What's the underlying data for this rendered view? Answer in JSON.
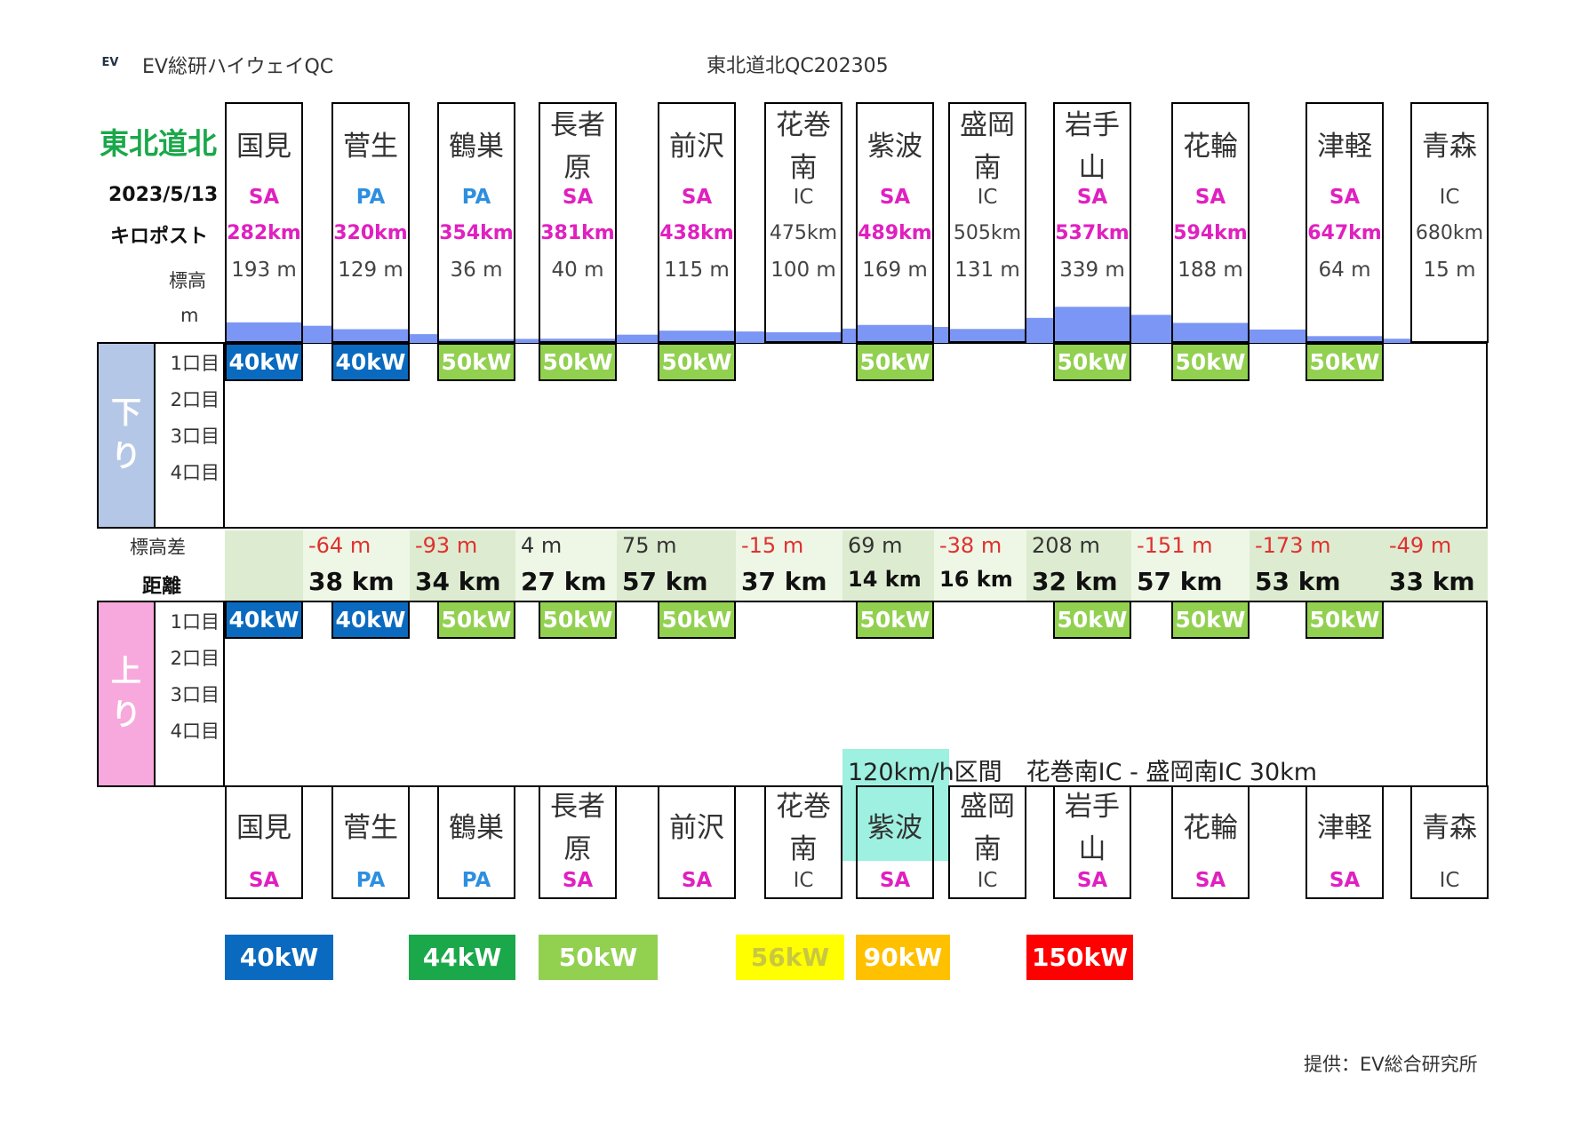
{
  "header": {
    "logo_text": "EV",
    "brand": "EV総研ハイウェイQC",
    "doc_title": "東北道北QC202305"
  },
  "left": {
    "route": "東北道北",
    "date": "2023/5/13",
    "kilopost_label": "キロポスト",
    "alt_label": "標高",
    "alt_unit": "m"
  },
  "colors": {
    "kw40": "#0a6abf",
    "kw44": "#1aa84a",
    "kw50": "#92d050",
    "kw56": "#ffff00",
    "kw90": "#ffc000",
    "kw150": "#ff0000",
    "elev": "#7b96f5",
    "down_bg": "#b4c7e7",
    "up_bg": "#f7a8dd",
    "diff_bg": "#eef7e6",
    "diff_bg2": "#ddecd0",
    "highlight": "#9ef0e0",
    "pa": "#2e8fe0",
    "sa": "#e020c0",
    "neg": "#e03030"
  },
  "stations": [
    {
      "name": [
        "国見"
      ],
      "type": "SA",
      "km": "282km",
      "alt": "193 m",
      "down": "40kW",
      "up": "40kW"
    },
    {
      "name": [
        "菅生"
      ],
      "type": "PA",
      "km": "320km",
      "alt": "129 m",
      "down": "40kW",
      "up": "40kW"
    },
    {
      "name": [
        "鶴巣"
      ],
      "type": "PA",
      "km": "354km",
      "alt": "36 m",
      "down": "50kW",
      "up": "50kW"
    },
    {
      "name": [
        "長者",
        "原"
      ],
      "type": "SA",
      "km": "381km",
      "alt": "40 m",
      "down": "50kW",
      "up": "50kW"
    },
    {
      "name": [
        "前沢"
      ],
      "type": "SA",
      "km": "438km",
      "alt": "115 m",
      "down": "50kW",
      "up": "50kW"
    },
    {
      "name": [
        "花巻",
        "南"
      ],
      "type": "IC",
      "km": "475km",
      "alt": "100 m",
      "down": "",
      "up": ""
    },
    {
      "name": [
        "紫波"
      ],
      "type": "SA",
      "km": "489km",
      "alt": "169 m",
      "down": "50kW",
      "up": "50kW"
    },
    {
      "name": [
        "盛岡",
        "南"
      ],
      "type": "IC",
      "km": "505km",
      "alt": "131 m",
      "down": "",
      "up": ""
    },
    {
      "name": [
        "岩手",
        "山"
      ],
      "type": "SA",
      "km": "537km",
      "alt": "339 m",
      "down": "50kW",
      "up": "50kW"
    },
    {
      "name": [
        "花輪"
      ],
      "type": "SA",
      "km": "594km",
      "alt": "188 m",
      "down": "50kW",
      "up": "50kW"
    },
    {
      "name": [
        "津軽"
      ],
      "type": "SA",
      "km": "647km",
      "alt": "64 m",
      "down": "50kW",
      "up": "50kW"
    },
    {
      "name": [
        "青森"
      ],
      "type": "IC",
      "km": "680km",
      "alt": "15 m",
      "down": "",
      "up": ""
    }
  ],
  "elevation_m": [
    193,
    129,
    36,
    40,
    115,
    100,
    169,
    131,
    339,
    188,
    64,
    15
  ],
  "down": {
    "label": "下り",
    "ports": [
      "1口目",
      "2口目",
      "3口目",
      "4口目"
    ]
  },
  "up": {
    "label": "上り",
    "ports": [
      "1口目",
      "2口目",
      "3口目",
      "4口目"
    ]
  },
  "mid": {
    "diff_label": "標高差",
    "dist_label": "距離"
  },
  "segments": [
    {
      "diff": "-64 m",
      "dist": "38 km"
    },
    {
      "diff": "-93 m",
      "dist": "34 km"
    },
    {
      "diff": "4 m",
      "dist": "27 km"
    },
    {
      "diff": "75 m",
      "dist": "57 km"
    },
    {
      "diff": "-15 m",
      "dist": "37 km"
    },
    {
      "diff": "69 m",
      "dist": "14 km"
    },
    {
      "diff": "-38 m",
      "dist": "16 km"
    },
    {
      "diff": "208 m",
      "dist": "32 km"
    },
    {
      "diff": "-151 m",
      "dist": "57 km"
    },
    {
      "diff": "-173 m",
      "dist": "53 km"
    },
    {
      "diff": "-49 m",
      "dist": "33 km"
    }
  ],
  "speed_note": "120km/h区間　花巻南IC - 盛岡南IC 30km",
  "legend": [
    "40kW",
    "44kW",
    "50kW",
    "56kW",
    "90kW",
    "150kW"
  ],
  "footer": "提供：EV総合研究所"
}
